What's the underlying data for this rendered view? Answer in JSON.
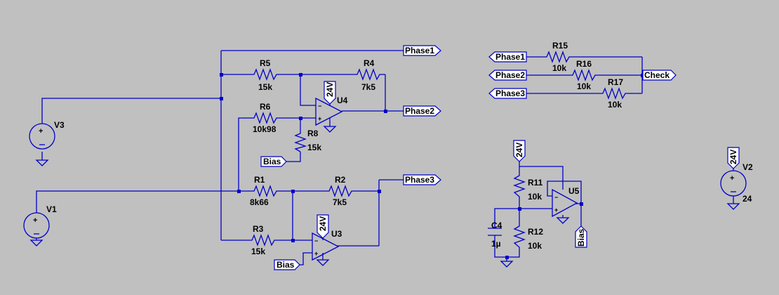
{
  "colors": {
    "background": "#c0c0c0",
    "wire": "#0000c8",
    "text": "#000000"
  },
  "net_labels": {
    "phase1_out": "Phase1",
    "phase2_out": "Phase2",
    "phase3_out": "Phase3",
    "phase1_in": "Phase1",
    "phase2_in": "Phase2",
    "phase3_in": "Phase3",
    "check": "Check",
    "bias_u4": "Bias",
    "bias_u3": "Bias",
    "bias_u5": "Bias",
    "supply_u4": "24V",
    "supply_u3": "24V",
    "supply_r11": "24V",
    "supply_v2": "24V"
  },
  "components": {
    "R1": {
      "name": "R1",
      "value": "8k66"
    },
    "R2": {
      "name": "R2",
      "value": "7k5"
    },
    "R3": {
      "name": "R3",
      "value": "15k"
    },
    "R4": {
      "name": "R4",
      "value": "7k5"
    },
    "R5": {
      "name": "R5",
      "value": "15k"
    },
    "R6": {
      "name": "R6",
      "value": "10k98"
    },
    "R8": {
      "name": "R8",
      "value": "15k"
    },
    "R11": {
      "name": "R11",
      "value": "10k"
    },
    "R12": {
      "name": "R12",
      "value": "10k"
    },
    "R15": {
      "name": "R15",
      "value": "10k"
    },
    "R16": {
      "name": "R16",
      "value": "10k"
    },
    "R17": {
      "name": "R17",
      "value": "10k"
    },
    "C4": {
      "name": "C4",
      "value": "1µ"
    },
    "U3": {
      "name": "U3"
    },
    "U4": {
      "name": "U4"
    },
    "U5": {
      "name": "U5"
    },
    "V1": {
      "name": "V1"
    },
    "V2": {
      "name": "V2",
      "value": "24"
    },
    "V3": {
      "name": "V3"
    }
  }
}
